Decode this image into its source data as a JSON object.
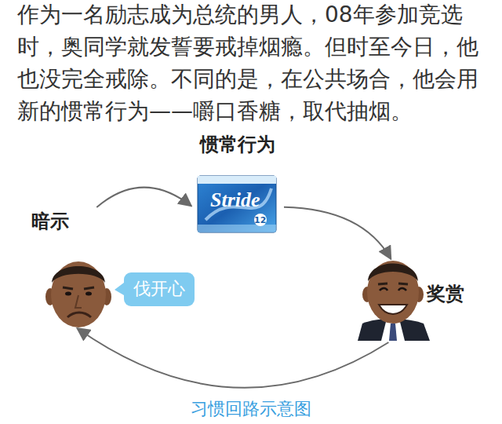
{
  "diagram": {
    "caption": "习惯回路示意图",
    "nodes": [
      {
        "text": [
          "惯常行为"
        ]
      },
      {
        "text": [
          "暗示"
        ]
      },
      {
        "text": [
          "伐开心"
        ]
      },
      {
        "text": [
          "奖赏"
        ]
      }
    ],
    "edges": [
      {
        "from": 1,
        "to": 0,
        "arrow": "to"
      },
      {
        "from": 0,
        "to": 3,
        "arrow": "to"
      },
      {
        "from": 3,
        "to": 1,
        "arrow": "to"
      }
    ],
    "labels": [
      "作为一名励志成为总统的男人，08年参加竞选时，奥同学就发誓要戒掉烟瘾。但时至今日，他也没完全戒除。不同的是，在公共场合，他会用新的惯常行为——嚼口香糖，取代抽烟。",
      "Stride",
      "12"
    ]
  }
}
